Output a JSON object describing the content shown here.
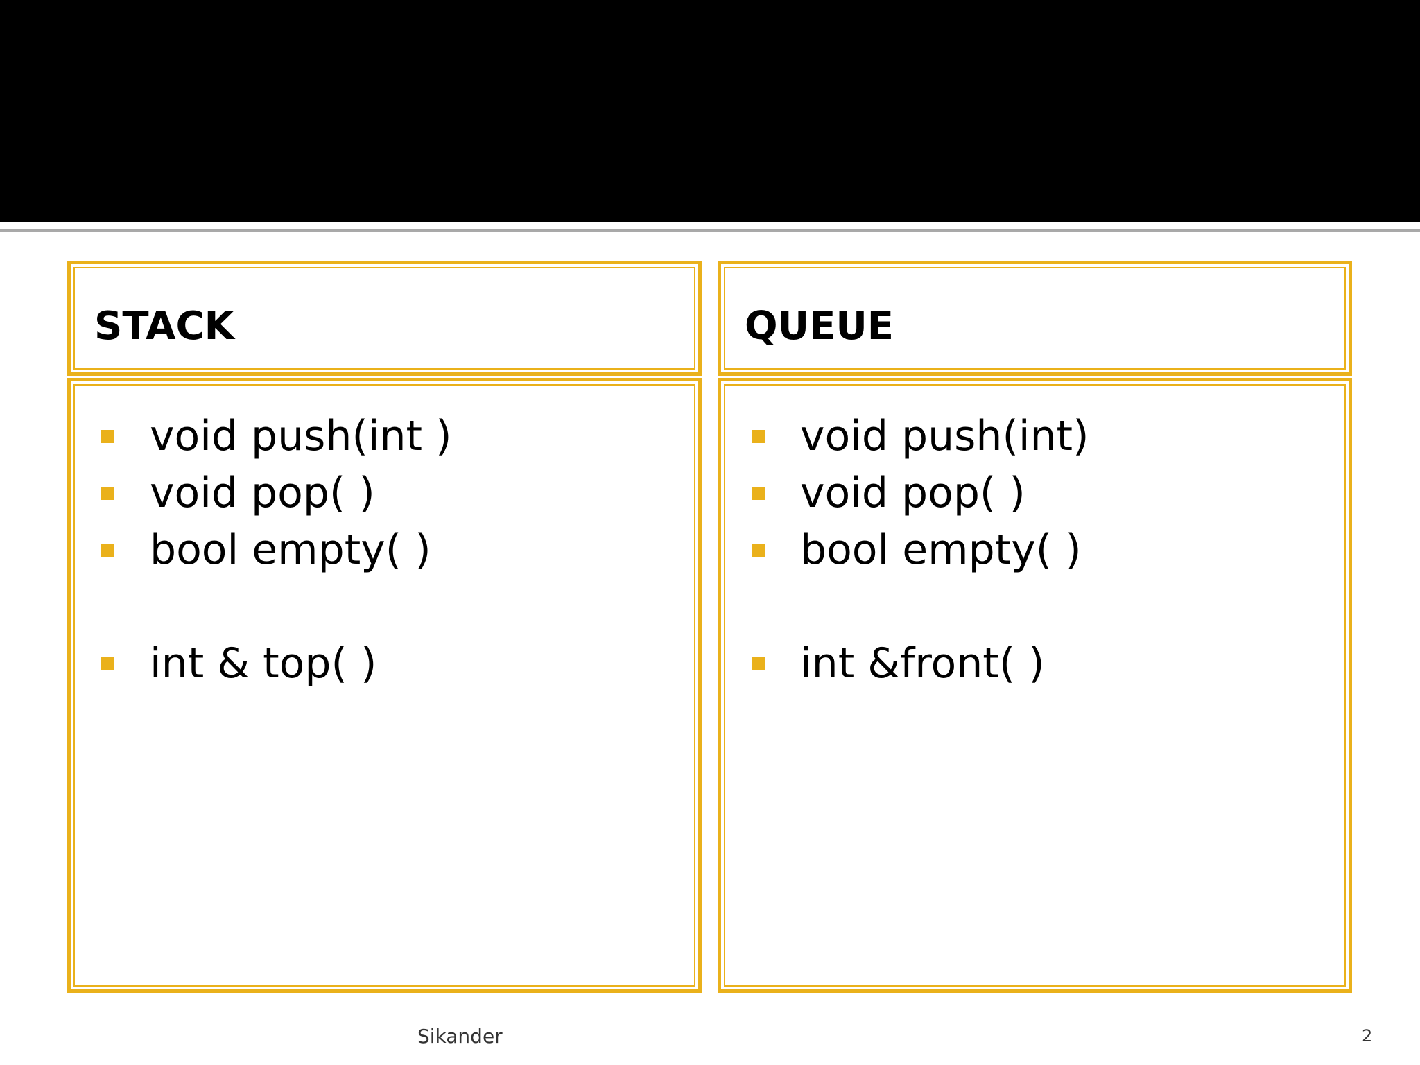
{
  "slide": {
    "title": "",
    "accent_color": "#eab11b",
    "header_color": "#000000"
  },
  "stack": {
    "heading": "STACK",
    "items": [
      "void push(int )",
      "void pop( )",
      "bool empty( )",
      "int & top( )"
    ]
  },
  "queue": {
    "heading": "QUEUE",
    "items": [
      "void push(int)",
      "void pop( )",
      "bool empty( )",
      "int &front( )"
    ]
  },
  "footer": {
    "author": "Sikander",
    "page_number": "2"
  }
}
